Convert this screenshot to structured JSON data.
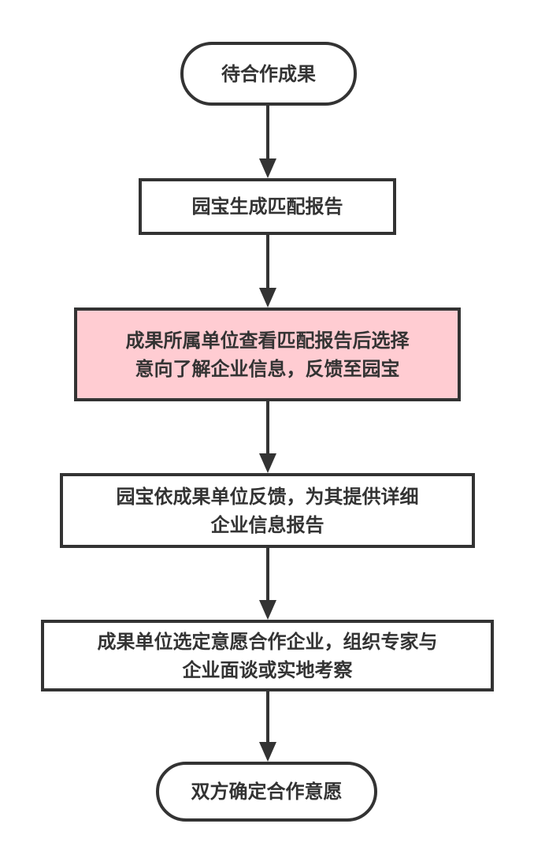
{
  "diagram": {
    "type": "flowchart",
    "direction": "top-to-bottom",
    "colors": {
      "stroke": "#333333",
      "text": "#333333",
      "default_fill": "#ffffff",
      "highlight_fill": "#ffccd2"
    },
    "nodes": [
      {
        "id": "n1",
        "shape": "terminal",
        "lines": [
          "待合作成果"
        ],
        "highlighted": false
      },
      {
        "id": "n2",
        "shape": "process",
        "lines": [
          "园宝生成匹配报告"
        ],
        "highlighted": false
      },
      {
        "id": "n3",
        "shape": "process",
        "lines": [
          "成果所属单位查看匹配报告后选择",
          "意向了解企业信息，反馈至园宝"
        ],
        "highlighted": true
      },
      {
        "id": "n4",
        "shape": "process",
        "lines": [
          "园宝依成果单位反馈，为其提供详细",
          "企业信息报告"
        ],
        "highlighted": false
      },
      {
        "id": "n5",
        "shape": "process",
        "lines": [
          "成果单位选定意愿合作企业，组织专家与",
          "企业面谈或实地考察"
        ],
        "highlighted": false
      },
      {
        "id": "n6",
        "shape": "terminal",
        "lines": [
          "双方确定合作意愿"
        ],
        "highlighted": false
      }
    ],
    "edges": [
      {
        "from": "n1",
        "to": "n2"
      },
      {
        "from": "n2",
        "to": "n3"
      },
      {
        "from": "n3",
        "to": "n4"
      },
      {
        "from": "n4",
        "to": "n5"
      },
      {
        "from": "n5",
        "to": "n6"
      }
    ]
  }
}
